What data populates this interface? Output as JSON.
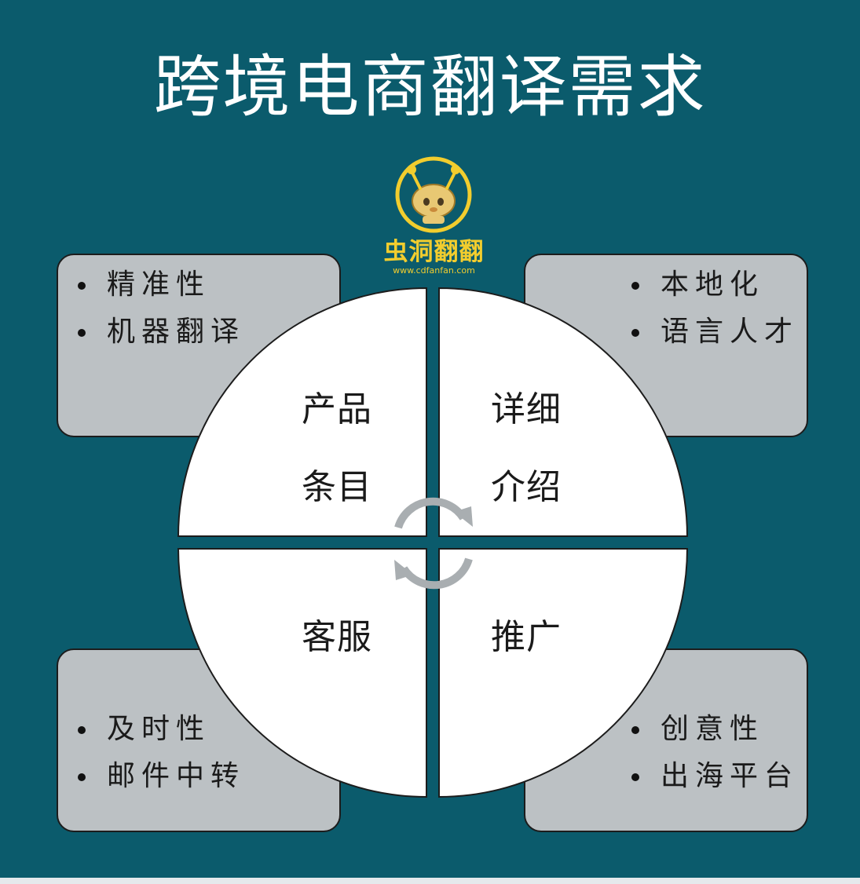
{
  "title": "跨境电商翻译需求",
  "logo": {
    "name": "虫洞翻翻",
    "url": "www.cdfanfan.com"
  },
  "cards": {
    "top_left": [
      "精准性",
      "机器翻译"
    ],
    "top_right": [
      "本地化",
      "语言人才"
    ],
    "bottom_left": [
      "及时性",
      "邮件中转"
    ],
    "bottom_right": [
      "创意性",
      "出海平台"
    ]
  },
  "wheel": {
    "top_left": [
      "产品",
      "条目"
    ],
    "top_right": [
      "详细",
      "介绍"
    ],
    "bottom_left": [
      "客服"
    ],
    "bottom_right": [
      "推广"
    ]
  },
  "colors": {
    "background": "#0b5b6c",
    "card": "#bcc1c4",
    "quadrant": "#ffffff",
    "arrow": "#a9aeb1",
    "logo": "#f2cd2e"
  }
}
